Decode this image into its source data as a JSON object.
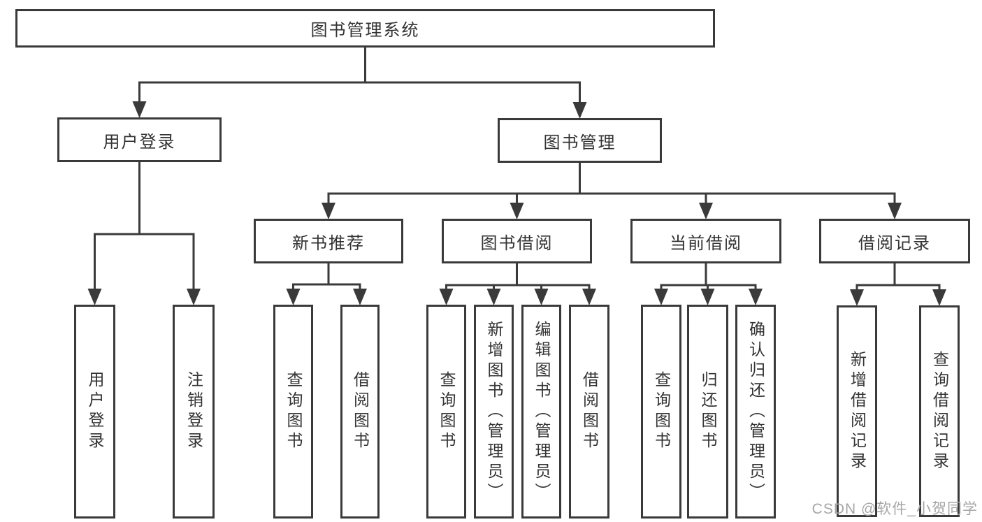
{
  "diagram": {
    "title": "图书管理系统",
    "colors": {
      "line": "#3a3a3a",
      "text": "#333333",
      "box_background": "#ffffff",
      "page_background": "#ffffff"
    },
    "nodes": [
      {
        "id": "root",
        "label": "图书管理系统",
        "parent": null
      },
      {
        "id": "user-login",
        "label": "用户登录",
        "parent": "root"
      },
      {
        "id": "book-mgmt",
        "label": "图书管理",
        "parent": "root"
      },
      {
        "id": "leaf-user-login",
        "label": "用户登录",
        "parent": "user-login"
      },
      {
        "id": "leaf-logout",
        "label": "注销登录",
        "parent": "user-login"
      },
      {
        "id": "new-books",
        "label": "新书推荐",
        "parent": "book-mgmt"
      },
      {
        "id": "book-borrow",
        "label": "图书借阅",
        "parent": "book-mgmt"
      },
      {
        "id": "current-borrow",
        "label": "当前借阅",
        "parent": "book-mgmt"
      },
      {
        "id": "borrow-records",
        "label": "借阅记录",
        "parent": "book-mgmt"
      },
      {
        "id": "nb-query-books",
        "label": "查询图书",
        "parent": "new-books"
      },
      {
        "id": "nb-borrow-books",
        "label": "借阅图书",
        "parent": "new-books"
      },
      {
        "id": "bb-query-books",
        "label": "查询图书",
        "parent": "book-borrow"
      },
      {
        "id": "bb-add-books",
        "label": "新增图书（管理员）",
        "parent": "book-borrow"
      },
      {
        "id": "bb-edit-books",
        "label": "编辑图书（管理员）",
        "parent": "book-borrow"
      },
      {
        "id": "bb-borrow-books",
        "label": "借阅图书",
        "parent": "book-borrow"
      },
      {
        "id": "cb-query-books",
        "label": "查询图书",
        "parent": "current-borrow"
      },
      {
        "id": "cb-return-books",
        "label": "归还图书",
        "parent": "current-borrow"
      },
      {
        "id": "cb-confirm-return",
        "label": "确认归还（管理员）",
        "parent": "current-borrow"
      },
      {
        "id": "br-add-record",
        "label": "新增借阅记录",
        "parent": "borrow-records"
      },
      {
        "id": "br-query-record",
        "label": "查询借阅记录",
        "parent": "borrow-records"
      }
    ]
  },
  "watermark": {
    "text": "CSDN @软件_小贺同学",
    "color": "#a6a6a6"
  }
}
